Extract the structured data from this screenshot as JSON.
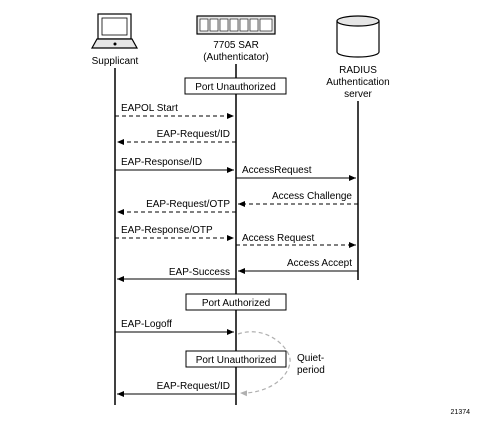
{
  "actors": {
    "supplicant": "Supplicant",
    "authenticator": [
      "7705 SAR",
      "(Authenticator)"
    ],
    "radius": [
      "RADIUS",
      "Authentication",
      "server"
    ]
  },
  "states": {
    "unauthorized_1": "Port Unauthorized",
    "authorized": "Port Authorized",
    "unauthorized_2": "Port Unauthorized"
  },
  "messages": {
    "eapol_start": "EAPOL Start",
    "eap_request_id_1": "EAP-Request/ID",
    "eap_response_id": "EAP-Response/ID",
    "access_request_1": "AccessRequest",
    "access_challenge": "Access Challenge",
    "eap_request_otp": "EAP-Request/OTP",
    "eap_response_otp": "EAP-Response/OTP",
    "access_request_2": "Access Request",
    "access_accept": "Access Accept",
    "eap_success": "EAP-Success",
    "eap_logoff": "EAP-Logoff",
    "eap_request_id_2": "EAP-Request/ID"
  },
  "quiet_period": [
    "Quiet-",
    "period"
  ],
  "figure_id": "21374",
  "colors": {
    "line": "#000000",
    "loop": "#b0b0b0",
    "device": "#e6e6e6"
  }
}
